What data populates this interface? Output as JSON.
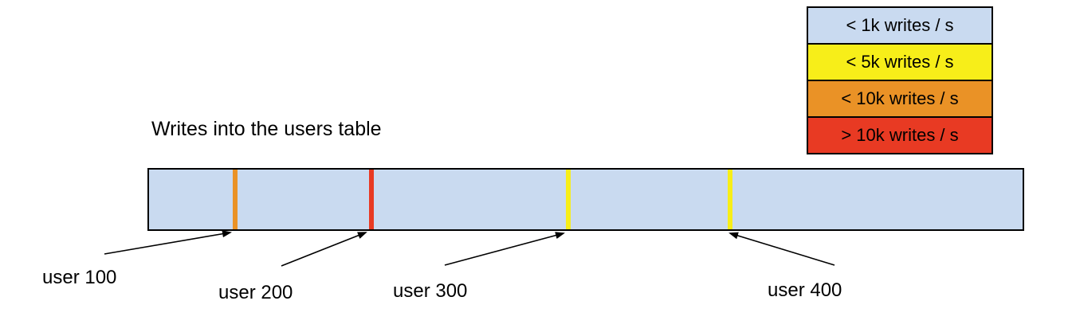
{
  "title": "Writes into the users table",
  "legend": {
    "items": [
      {
        "label": "< 1k writes / s",
        "color": "#c9daf0"
      },
      {
        "label": "< 5k writes / s",
        "color": "#f7ee19"
      },
      {
        "label": "< 10k writes / s",
        "color": "#ea9226"
      },
      {
        "label": "> 10k writes / s",
        "color": "#e83a23"
      }
    ]
  },
  "table_bar": {
    "fill": "#c9daf0",
    "border_color": "#000000",
    "markers": [
      {
        "user": "user 100",
        "rate_band": "< 10k writes / s",
        "color": "#ea9226",
        "x": "9.6%"
      },
      {
        "user": "user 200",
        "rate_band": "> 10k writes / s",
        "color": "#e83a23",
        "x": "25.2%"
      },
      {
        "user": "user 300",
        "rate_band": "< 5k writes / s",
        "color": "#f7ee19",
        "x": "47.7%"
      },
      {
        "user": "user 400",
        "rate_band": "< 5k writes / s",
        "color": "#f7ee19",
        "x": "66.2%"
      }
    ]
  },
  "labels": [
    {
      "text": "user 100"
    },
    {
      "text": "user 200"
    },
    {
      "text": "user 300"
    },
    {
      "text": "user 400"
    }
  ]
}
